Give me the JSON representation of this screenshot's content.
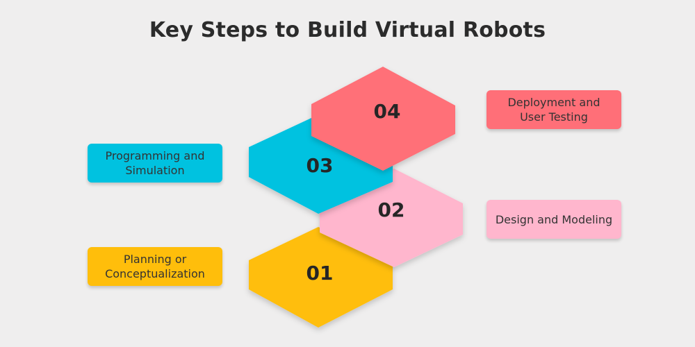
{
  "title": "Key Steps to Build Virtual Robots",
  "steps": [
    {
      "number": "01",
      "label": "Planning or Conceptualization",
      "color": "#ffbe0b"
    },
    {
      "number": "02",
      "label": "Design and Modeling",
      "color": "#ffb6cd"
    },
    {
      "number": "03",
      "label": "Programming and Simulation",
      "color": "#00c2e0"
    },
    {
      "number": "04",
      "label": "Deployment and User Testing",
      "color": "#ff6f78"
    }
  ]
}
